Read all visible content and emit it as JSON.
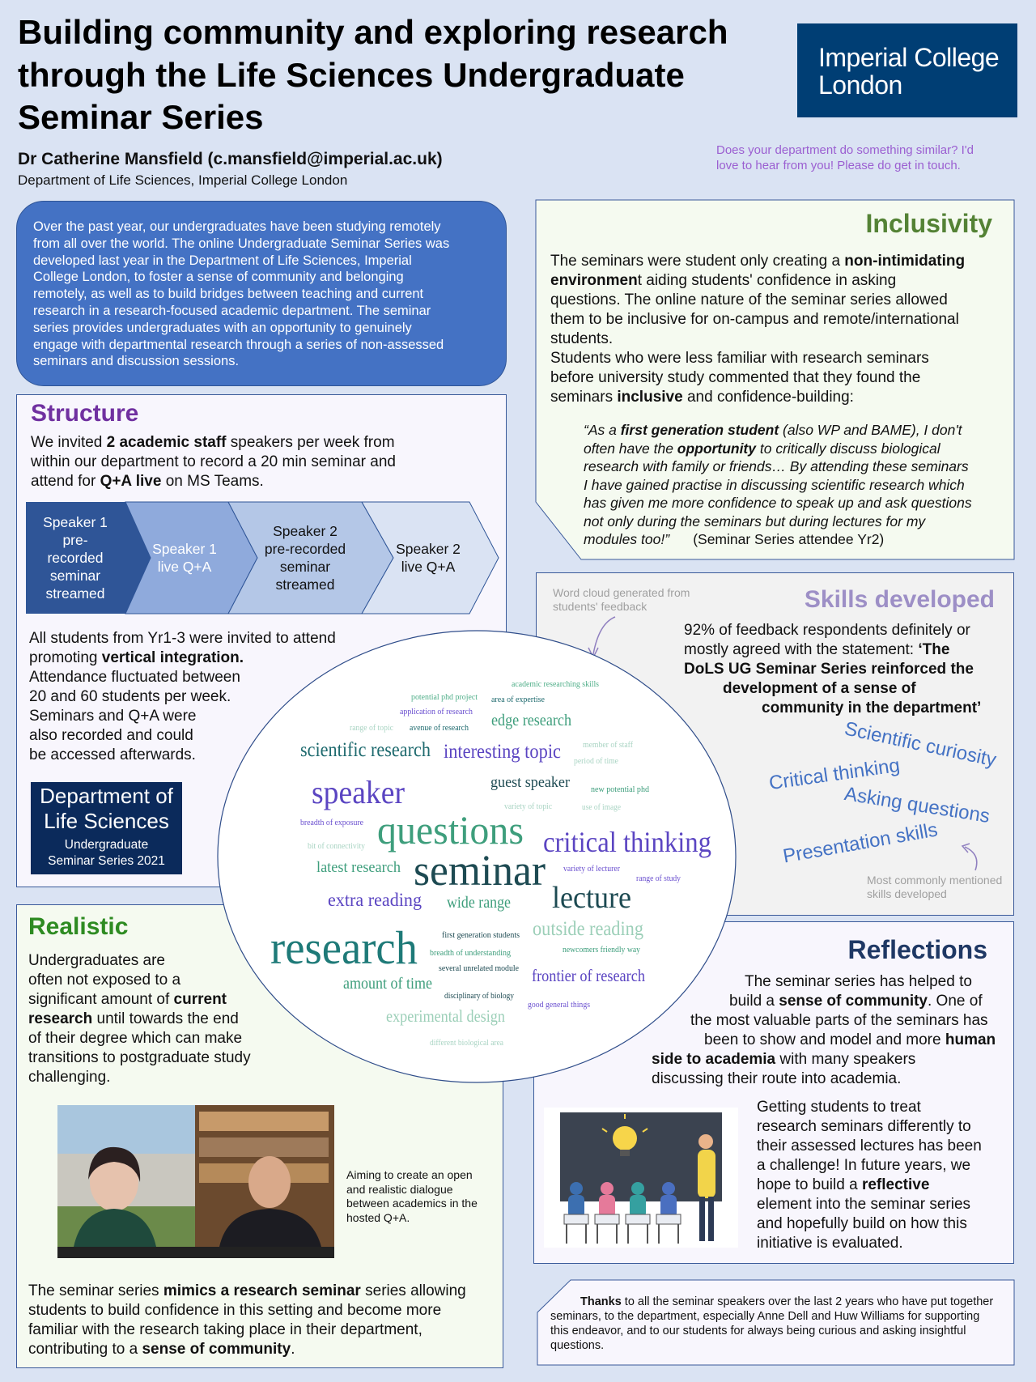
{
  "header": {
    "title_lines": [
      "Building community and exploring research",
      "through the Life Sciences Undergraduate",
      "Seminar Series"
    ],
    "author": "Dr Catherine Mansfield (c.mansfield@imperial.ac.uk)",
    "department": "Department of Life Sciences, Imperial College London",
    "logo_lines": [
      "Imperial College",
      "London"
    ],
    "note_lines": [
      "Does your department do something similar? I'd",
      "love to hear from you! Please do get in touch."
    ]
  },
  "intro": [
    [
      "Over the past year, our undergraduates have been studying remotely"
    ],
    [
      "from all over the world. The online Undergraduate Seminar Series was"
    ],
    [
      "developed last year in the Department of Life Sciences, Imperial"
    ],
    [
      "College London, to foster a sense of community and belonging"
    ],
    [
      "remotely, as well as to build bridges between teaching and current"
    ],
    [
      "research in a research-focused academic department. The seminar"
    ],
    [
      "series provides undergraduates with an opportunity to genuinely"
    ],
    [
      "engage with departmental research through a series of non-assessed"
    ],
    [
      "seminars and discussion sessions."
    ]
  ],
  "structure": {
    "heading": "Structure",
    "p1": [
      [
        "We invited ",
        {
          "t": "2 academic staff",
          "b": true
        },
        " speakers per week from"
      ],
      [
        "within our department to record a 20 min seminar and"
      ],
      [
        "attend for ",
        {
          "t": "Q+A live",
          "b": true
        },
        " on MS Teams."
      ]
    ],
    "steps": [
      "Speaker 1\npre-\nrecorded\nseminar\nstreamed",
      "Speaker 1\nlive Q+A",
      "Speaker 2\npre-recorded\nseminar\nstreamed",
      "Speaker 2\nlive Q+A"
    ],
    "p2": [
      [
        "All students from Yr1-3 were invited to attend"
      ],
      [
        "promoting ",
        {
          "t": "vertical integration.",
          "b": true
        }
      ],
      [
        "Attendance fluctuated between"
      ],
      [
        "20 and 60 students per week."
      ],
      [
        "Seminars and Q+A were"
      ],
      [
        "also recorded and could"
      ],
      [
        "be accessed afterwards."
      ]
    ],
    "dept_logo": {
      "line1": "Department of",
      "line2": "Life Sciences",
      "line3": "Undergraduate",
      "line4": "Seminar Series 2021"
    }
  },
  "realistic": {
    "heading": "Realistic",
    "p1": [
      [
        "Undergraduates are"
      ],
      [
        "often not exposed to a"
      ],
      [
        "significant amount of ",
        {
          "t": "current",
          "b": true
        }
      ],
      [
        {
          "t": "research",
          "b": true
        },
        " until towards the end"
      ],
      [
        "of their degree which can make"
      ],
      [
        "transitions to postgraduate study"
      ],
      [
        "challenging."
      ]
    ],
    "caption": [
      [
        "Aiming to create an open"
      ],
      [
        "and realistic dialogue"
      ],
      [
        "between academics in the"
      ],
      [
        "hosted Q+A."
      ]
    ],
    "p2": [
      [
        "The seminar series ",
        {
          "t": "mimics a research seminar",
          "b": true
        },
        " series allowing"
      ],
      [
        "students to build confidence in this setting and become more"
      ],
      [
        "familiar with the research taking place in their department,"
      ],
      [
        "contributing to a ",
        {
          "t": "sense of community",
          "b": true
        },
        "."
      ]
    ]
  },
  "inclusivity": {
    "heading": "Inclusivity",
    "p": [
      [
        "The seminars were student only creating a ",
        {
          "t": "non-intimidating",
          "b": true
        }
      ],
      [
        {
          "t": "environmen",
          "b": true
        },
        "t aiding students' confidence in asking"
      ],
      [
        "questions. The online nature of the seminar series allowed"
      ],
      [
        "them to be inclusive for on-campus and remote/international"
      ],
      [
        "students."
      ],
      [
        "Students who were less familiar with research seminars"
      ],
      [
        "before university study commented that they found the"
      ],
      [
        "seminars ",
        {
          "t": "inclusive",
          "b": true
        },
        " and confidence-building:"
      ]
    ],
    "quote": [
      [
        "“As a ",
        {
          "t": "first generation student",
          "b": true,
          "i": true
        },
        " (also WP and BAME), I don't"
      ],
      [
        "often have the ",
        {
          "t": "opportunity",
          "b": true,
          "i": true
        },
        " to critically discuss biological"
      ],
      [
        "research with family or friends… By attending these seminars"
      ],
      [
        "I have gained practise in discussing scientific research which"
      ],
      [
        "has given me more confidence to speak up and ask questions"
      ],
      [
        "not only during the seminars but during lectures for my"
      ],
      [
        "modules too!”",
        {
          "t": "      (Seminar Series attendee Yr2)",
          "n": true
        }
      ]
    ]
  },
  "skills": {
    "heading": "Skills developed",
    "cloud_caption": [
      [
        "Word cloud generated from"
      ],
      [
        "students' feedback"
      ]
    ],
    "text": [
      [
        "92% of feedback respondents definitely or"
      ],
      [
        "mostly agreed with the statement: ",
        {
          "t": "‘The",
          "b": true
        }
      ],
      [
        {
          "t": "DoLS UG Seminar Series reinforced the",
          "b": true
        }
      ],
      [
        {
          "t": "development of a sense of",
          "b": true
        }
      ],
      [
        {
          "t": "community in the department’",
          "b": true
        }
      ]
    ],
    "words": [
      "Scientific curiosity",
      "Critical thinking",
      "Asking questions",
      "Presentation skills"
    ],
    "most_caption": [
      [
        "Most commonly mentioned"
      ],
      [
        "skills developed"
      ]
    ]
  },
  "reflections": {
    "heading": "Reflections",
    "p1": [
      [
        "The seminar series has helped to"
      ],
      [
        "build a ",
        {
          "t": "sense of community",
          "b": true
        },
        ". One of"
      ],
      [
        "the most valuable parts of the seminars has"
      ],
      [
        "been to show and model and more ",
        {
          "t": "human",
          "b": true
        }
      ],
      [
        {
          "t": "side to academia",
          "b": true
        },
        " with many speakers"
      ],
      [
        "discussing their route into academia."
      ]
    ],
    "p2": [
      [
        "Getting students to treat"
      ],
      [
        "research seminars differently to"
      ],
      [
        "their assessed lectures has been"
      ],
      [
        "a challenge! In future years, we"
      ],
      [
        "hope to build a ",
        {
          "t": "reflective",
          "b": true
        }
      ],
      [
        "element into the seminar series"
      ],
      [
        "and hopefully build on how this"
      ],
      [
        "initiative is evaluated."
      ]
    ]
  },
  "thanks": [
    [
      {
        "t": "Thanks",
        "b": true
      },
      " to all the seminar speakers over the last 2 years who have put together"
    ],
    [
      "seminars, to the department, especially Anne Dell and Huw Williams for supporting"
    ],
    [
      "this endeavor, and to our students for always being curious and asking insightful"
    ],
    [
      "questions."
    ]
  ],
  "wordcloud": {
    "words": [
      {
        "text": "academic researching skills",
        "color": "#4fae88"
      },
      {
        "text": "potential phd project",
        "color": "#4fae88"
      },
      {
        "text": "area of expertise",
        "color": "#1e6a6e"
      },
      {
        "text": "application of research",
        "color": "#6a4fcf"
      },
      {
        "text": "edge research",
        "color": "#3e9e7c"
      },
      {
        "text": "range of topic",
        "color": "#a9d4c3"
      },
      {
        "text": "avenue of research",
        "color": "#1e6a6e"
      },
      {
        "text": "scientific research",
        "color": "#1e6a6e"
      },
      {
        "text": "interesting topic",
        "color": "#5b45c2"
      },
      {
        "text": "member of staff",
        "color": "#a9d4c3"
      },
      {
        "text": "period of time",
        "color": "#a9d4c3"
      },
      {
        "text": "guest speaker",
        "color": "#1d4a52"
      },
      {
        "text": "new potential phd",
        "color": "#3e9e7c"
      },
      {
        "text": "speaker",
        "color": "#5b45c2"
      },
      {
        "text": "variety of topic",
        "color": "#a9d4c3"
      },
      {
        "text": "use of image",
        "color": "#a9d4c3"
      },
      {
        "text": "breadth of exposure",
        "color": "#6a4fcf"
      },
      {
        "text": "questions",
        "color": "#3e9e7c"
      },
      {
        "text": "bit of connectivity",
        "color": "#a9d4c3"
      },
      {
        "text": "critical thinking",
        "color": "#5b45c2"
      },
      {
        "text": "latest research",
        "color": "#3e9e7c"
      },
      {
        "text": "seminar",
        "color": "#1d4a52"
      },
      {
        "text": "variety of lecturer",
        "color": "#6a4fcf"
      },
      {
        "text": "range of study",
        "color": "#6a4fcf"
      },
      {
        "text": "extra reading",
        "color": "#5b45c2"
      },
      {
        "text": "wide range",
        "color": "#3e9e7c"
      },
      {
        "text": "lecture",
        "color": "#1d4a52"
      },
      {
        "text": "outside reading",
        "color": "#9ccfb8"
      },
      {
        "text": "first generation students",
        "color": "#1d4a52"
      },
      {
        "text": "research",
        "color": "#1e7a78"
      },
      {
        "text": "breadth of understanding",
        "color": "#3e9e7c"
      },
      {
        "text": "newcomers friendly way",
        "color": "#3e9e7c"
      },
      {
        "text": "several unrelated module",
        "color": "#1d4a52"
      },
      {
        "text": "frontier of research",
        "color": "#5b45c2"
      },
      {
        "text": "amount of time",
        "color": "#3e9e7c"
      },
      {
        "text": "disciplinary of biology",
        "color": "#1d4a52"
      },
      {
        "text": "good general things",
        "color": "#6a4fcf"
      },
      {
        "text": "experimental design",
        "color": "#9ccfb8"
      },
      {
        "text": "different biological area",
        "color": "#a9d4c3"
      }
    ]
  },
  "colors": {
    "background": "#dae3f3",
    "imperial_navy": "#003e74",
    "intro_blue": "#4472c4",
    "structure_purple": "#7030a0",
    "realistic_green": "#2e8b22",
    "inclusivity_green": "#548235",
    "skills_purple": "#9d8fc6",
    "reflections_navy": "#1f3864"
  }
}
